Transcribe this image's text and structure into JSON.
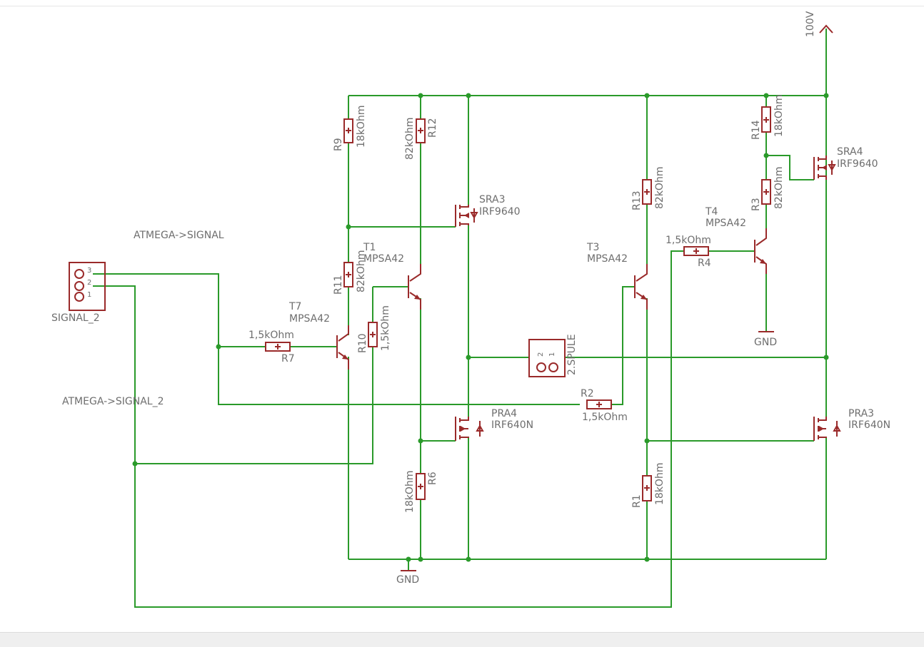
{
  "supply_label": "100V",
  "gnd_left": "GND",
  "gnd_right": "GND",
  "labels": {
    "signal": "ATMEGA->SIGNAL",
    "signal2": "ATMEGA->SIGNAL_2"
  },
  "connectors": {
    "signal_2": {
      "name": "SIGNAL_2",
      "pins": [
        "3",
        "2",
        "1"
      ]
    },
    "spule": {
      "name": "2.SPULE",
      "pins": [
        "2",
        "1"
      ]
    }
  },
  "resistors": {
    "R9": {
      "name": "R9",
      "value": "18kOhm"
    },
    "R12": {
      "name": "R12",
      "value": "82kOhm"
    },
    "R11": {
      "name": "R11",
      "value": "82kOhm"
    },
    "R10": {
      "name": "R10",
      "value": "1,5kOhm"
    },
    "R7": {
      "name": "R7",
      "value": "1,5kOhm"
    },
    "R6": {
      "name": "R6",
      "value": "18kOhm"
    },
    "R13": {
      "name": "R13",
      "value": "82kOhm"
    },
    "R1": {
      "name": "R1",
      "value": "18kOhm"
    },
    "R2": {
      "name": "R2",
      "value": "1,5kOhm"
    },
    "R4": {
      "name": "R4",
      "value": "1,5kOhm"
    },
    "R14": {
      "name": "R14",
      "value": "18kOhm"
    },
    "R3": {
      "name": "R3",
      "value": "82kOhm"
    }
  },
  "transistors": {
    "T1": {
      "name": "T1",
      "type": "MPSA42"
    },
    "T7": {
      "name": "T7",
      "type": "MPSA42"
    },
    "T3": {
      "name": "T3",
      "type": "MPSA42"
    },
    "T4": {
      "name": "T4",
      "type": "MPSA42"
    }
  },
  "mosfets": {
    "SRA3": {
      "name": "SRA3",
      "type": "IRF9640"
    },
    "SRA4": {
      "name": "SRA4",
      "type": "IRF9640"
    },
    "PRA4": {
      "name": "PRA4",
      "type": "IRF640N"
    },
    "PRA3": {
      "name": "PRA3",
      "type": "IRF640N"
    }
  },
  "colors": {
    "wire": "#2a9a2a",
    "part": "#9a2a2a",
    "text": "#6e6e6e"
  }
}
